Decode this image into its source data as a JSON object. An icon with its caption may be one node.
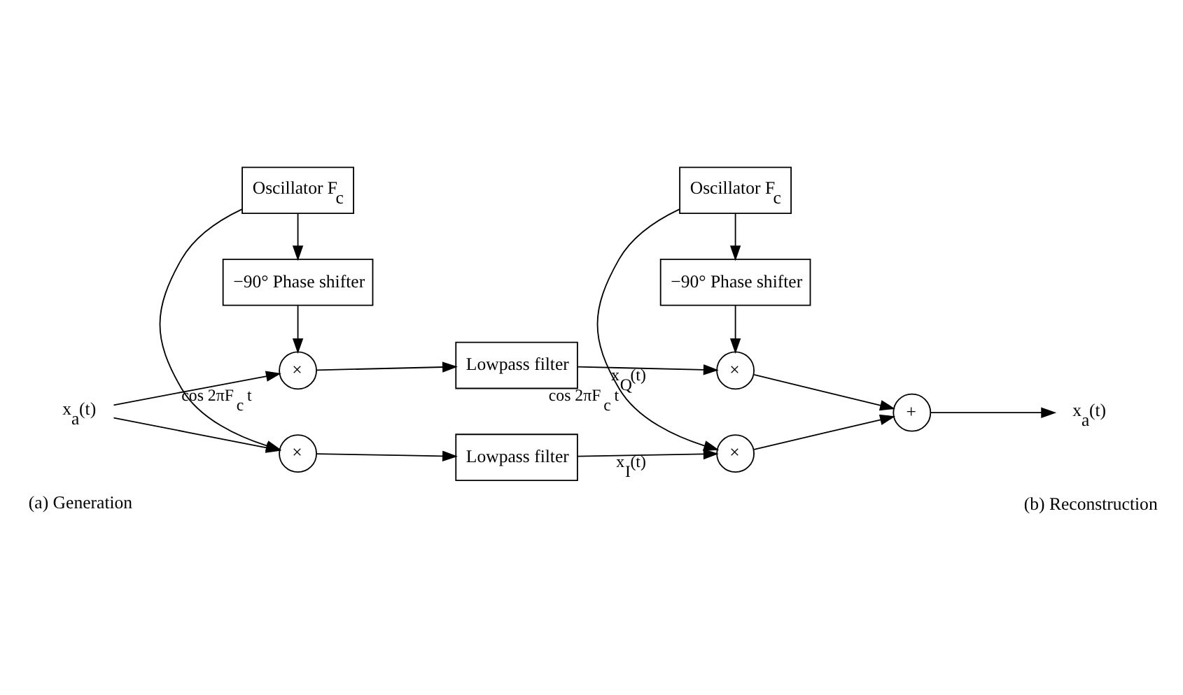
{
  "diagram": {
    "nodes": [
      {
        "text": [
          "×"
        ]
      },
      {
        "text": [
          "Lowpass filter"
        ]
      },
      {
        "text": [
          "Oscillator F$_{c}$"
        ]
      },
      {
        "text": [
          "−90° Phase shifter"
        ]
      },
      {
        "text": [
          "×"
        ]
      },
      {
        "text": [
          "Lowpass filter"
        ]
      },
      {
        "text": [
          "×"
        ]
      },
      {
        "text": [
          "Oscillator F$_{c}$"
        ]
      },
      {
        "text": [
          "−90° Phase shifter"
        ]
      },
      {
        "text": [
          "×"
        ]
      },
      {
        "text": [
          "+"
        ]
      },
      {
        "text": [
          "x$_{a}$(t)"
        ]
      },
      {
        "text": [
          "x$_{a}$(t)"
        ]
      }
    ],
    "edges": [
      {
        "from": 11,
        "to": 0,
        "arrow": "to"
      },
      {
        "from": 11,
        "to": 4,
        "arrow": "to"
      },
      {
        "from": 0,
        "to": 1,
        "arrow": "to"
      },
      {
        "from": 2,
        "to": 0,
        "arrow": "to",
        "label": "cos 2πF$_{c}$ t"
      },
      {
        "from": 2,
        "to": 3,
        "arrow": "to"
      },
      {
        "from": 3,
        "to": 4,
        "arrow": "to"
      },
      {
        "from": 4,
        "to": 5,
        "arrow": "to"
      },
      {
        "from": 1,
        "to": 6,
        "arrow": "to",
        "label": "x$_{I}$(t)"
      },
      {
        "from": 5,
        "to": 9,
        "arrow": "to",
        "label": "x$_{Q}$(t)"
      },
      {
        "from": 7,
        "to": 6,
        "arrow": "to",
        "label": "cos 2πF$_{c}$ t"
      },
      {
        "from": 7,
        "to": 8,
        "arrow": "to"
      },
      {
        "from": 8,
        "to": 9,
        "arrow": "to"
      },
      {
        "from": 6,
        "to": 10,
        "arrow": "to"
      },
      {
        "from": 9,
        "to": 10,
        "arrow": "to"
      },
      {
        "from": 10,
        "to": 12,
        "arrow": "to"
      }
    ],
    "labels": [
      "(a) Generation",
      "(b) Reconstruction"
    ]
  }
}
